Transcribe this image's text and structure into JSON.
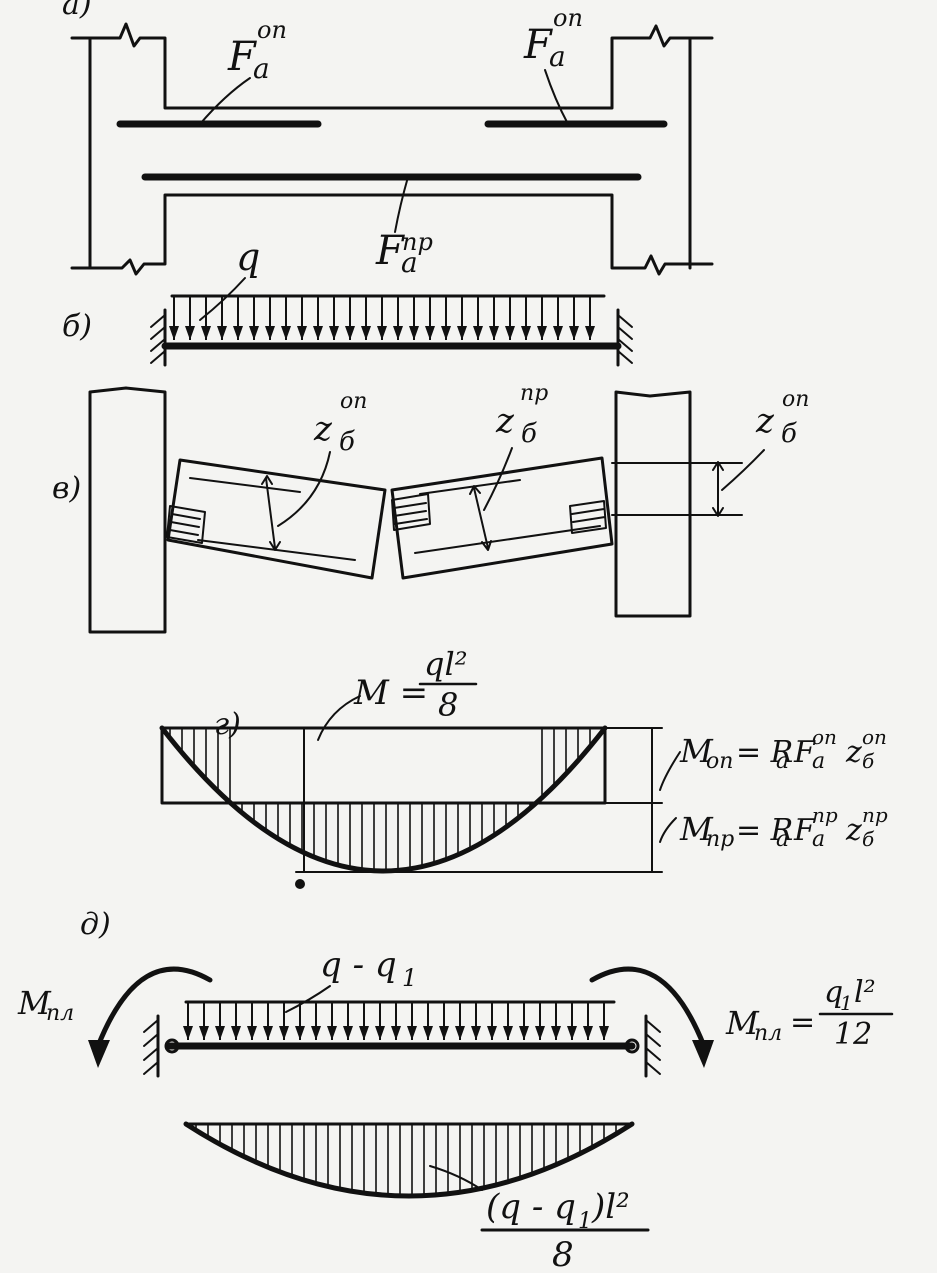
{
  "colors": {
    "ink": "#111111",
    "paper": "#f4f4f2"
  },
  "panel_a": {
    "label": "а)",
    "rebar_support_left": {
      "base": "F",
      "sub": "a",
      "sup": "оп"
    },
    "rebar_support_right": {
      "base": "F",
      "sub": "a",
      "sup": "оп"
    },
    "rebar_span": {
      "base": "F",
      "sub": "a",
      "sup": "пр"
    }
  },
  "panel_b": {
    "label": "б)",
    "load": "q"
  },
  "panel_v": {
    "label": "в)",
    "arm_support_left": {
      "base": "z",
      "sub": "б",
      "sup": "оп"
    },
    "arm_span": {
      "base": "z",
      "sub": "б",
      "sup": "пр"
    },
    "arm_support_right": {
      "base": "z",
      "sub": "б",
      "sup": "оп"
    }
  },
  "panel_g": {
    "label": "г)",
    "moment_formula": {
      "lhs": "M =",
      "num": "ql²",
      "den": "8"
    },
    "support_moment": {
      "lhs": "M",
      "lhs_sub": "оп",
      "rhs": "= R",
      "rhs_sub": "a",
      "f": "F",
      "f_sub": "a",
      "f_sup": "оп",
      "z": "z",
      "z_sub": "б",
      "z_sup": "оп"
    },
    "span_moment": {
      "lhs": "M",
      "lhs_sub": "пр",
      "rhs": "= R",
      "rhs_sub": "a",
      "f": "F",
      "f_sub": "a",
      "f_sup": "пр",
      "z": "z",
      "z_sub": "б",
      "z_sup": "пр"
    }
  },
  "panel_d": {
    "label": "д)",
    "load": "q - q",
    "load_sub": "1",
    "plastic_moment_left": {
      "base": "M",
      "sub": "пл"
    },
    "plastic_moment_right": {
      "base": "M",
      "sub": "пл",
      "num": "q",
      "num_sub": "1",
      "num_tail": "l²",
      "den": "12"
    },
    "span_formula": {
      "num": "(q - q",
      "num_sub": "1",
      "num_tail": ")l²",
      "den": "8"
    }
  }
}
